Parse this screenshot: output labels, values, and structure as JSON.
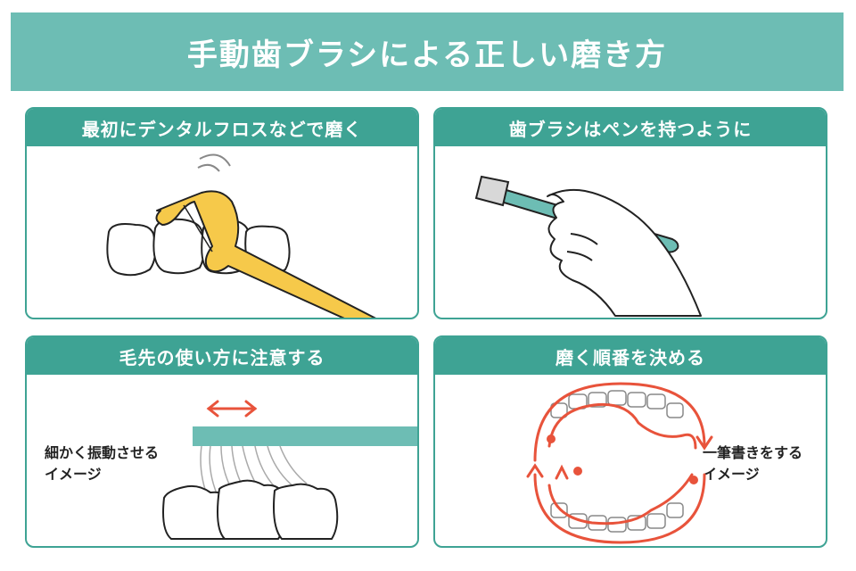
{
  "title": "手動歯ブラシによる正しい磨き方",
  "colors": {
    "banner": "#6dbdb4",
    "header": "#3ea394",
    "brush": "#6dbdb4",
    "floss": "#f6c94a",
    "arrow": "#e8533b"
  },
  "panels": [
    {
      "heading": "最初にデンタルフロスなどで磨く"
    },
    {
      "heading": "歯ブラシはペンを持つように"
    },
    {
      "heading": "毛先の使い方に注意する",
      "caption_line1": "細かく振動させる",
      "caption_line2": "イメージ"
    },
    {
      "heading": "磨く順番を決める",
      "caption_line1": "一筆書きをする",
      "caption_line2": "イメージ"
    }
  ],
  "icons": [
    "floss-pick-icon",
    "teeth-icon",
    "toothbrush-icon",
    "hand-icon",
    "double-arrow-icon",
    "dental-arch-icon",
    "circular-arrow-icon"
  ]
}
